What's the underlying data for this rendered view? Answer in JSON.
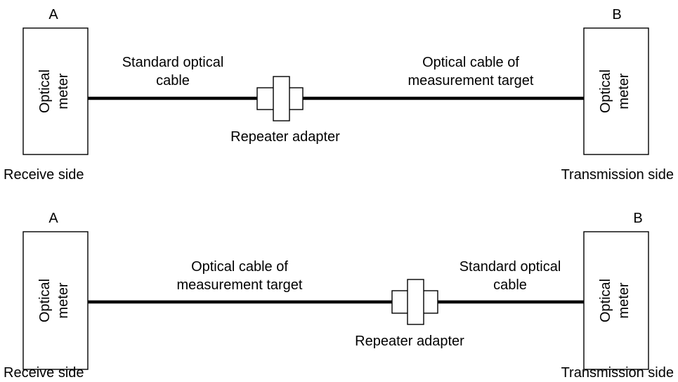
{
  "diagrams": [
    {
      "left_end_label": "A",
      "right_end_label": "B",
      "left_meter": [
        "Optical",
        "meter"
      ],
      "right_meter": [
        "Optical",
        "meter"
      ],
      "left_side_label": "Receive side",
      "right_side_label": "Transmission side",
      "left_cable_label": [
        "Standard optical",
        "cable"
      ],
      "right_cable_label": [
        "Optical cable of",
        "measurement target"
      ],
      "adapter_label": "Repeater adapter"
    },
    {
      "left_end_label": "A",
      "right_end_label": "B",
      "left_meter": [
        "Optical",
        "meter"
      ],
      "right_meter": [
        "Optical",
        "meter"
      ],
      "left_side_label": "Receive side",
      "right_side_label": "Transmission side",
      "left_cable_label": [
        "Optical cable of",
        "measurement target"
      ],
      "right_cable_label": [
        "Standard optical",
        "cable"
      ],
      "adapter_label": "Repeater adapter"
    }
  ]
}
